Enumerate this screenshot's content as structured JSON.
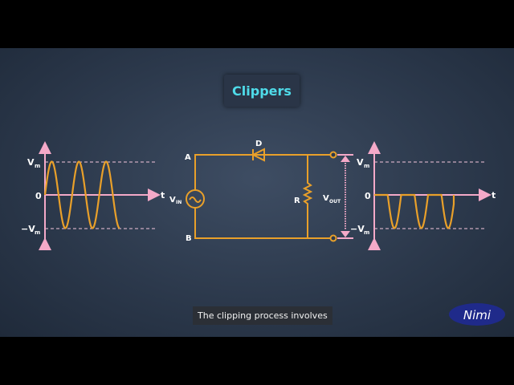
{
  "title": "Clippers",
  "caption": "The clipping process involves",
  "logo": "Nimi",
  "labels": {
    "vm": "V",
    "vm_sub": "m",
    "neg_vm": "−V",
    "zero": "0",
    "t": "t",
    "a": "A",
    "b": "B",
    "d": "D",
    "r": "R",
    "vin": "V",
    "vin_sub": "IN",
    "vout": "V",
    "vout_sub": "OUT"
  },
  "colors": {
    "wire": "#e9a02a",
    "axis": "#f4a9c8",
    "title": "#4fdbe9"
  }
}
